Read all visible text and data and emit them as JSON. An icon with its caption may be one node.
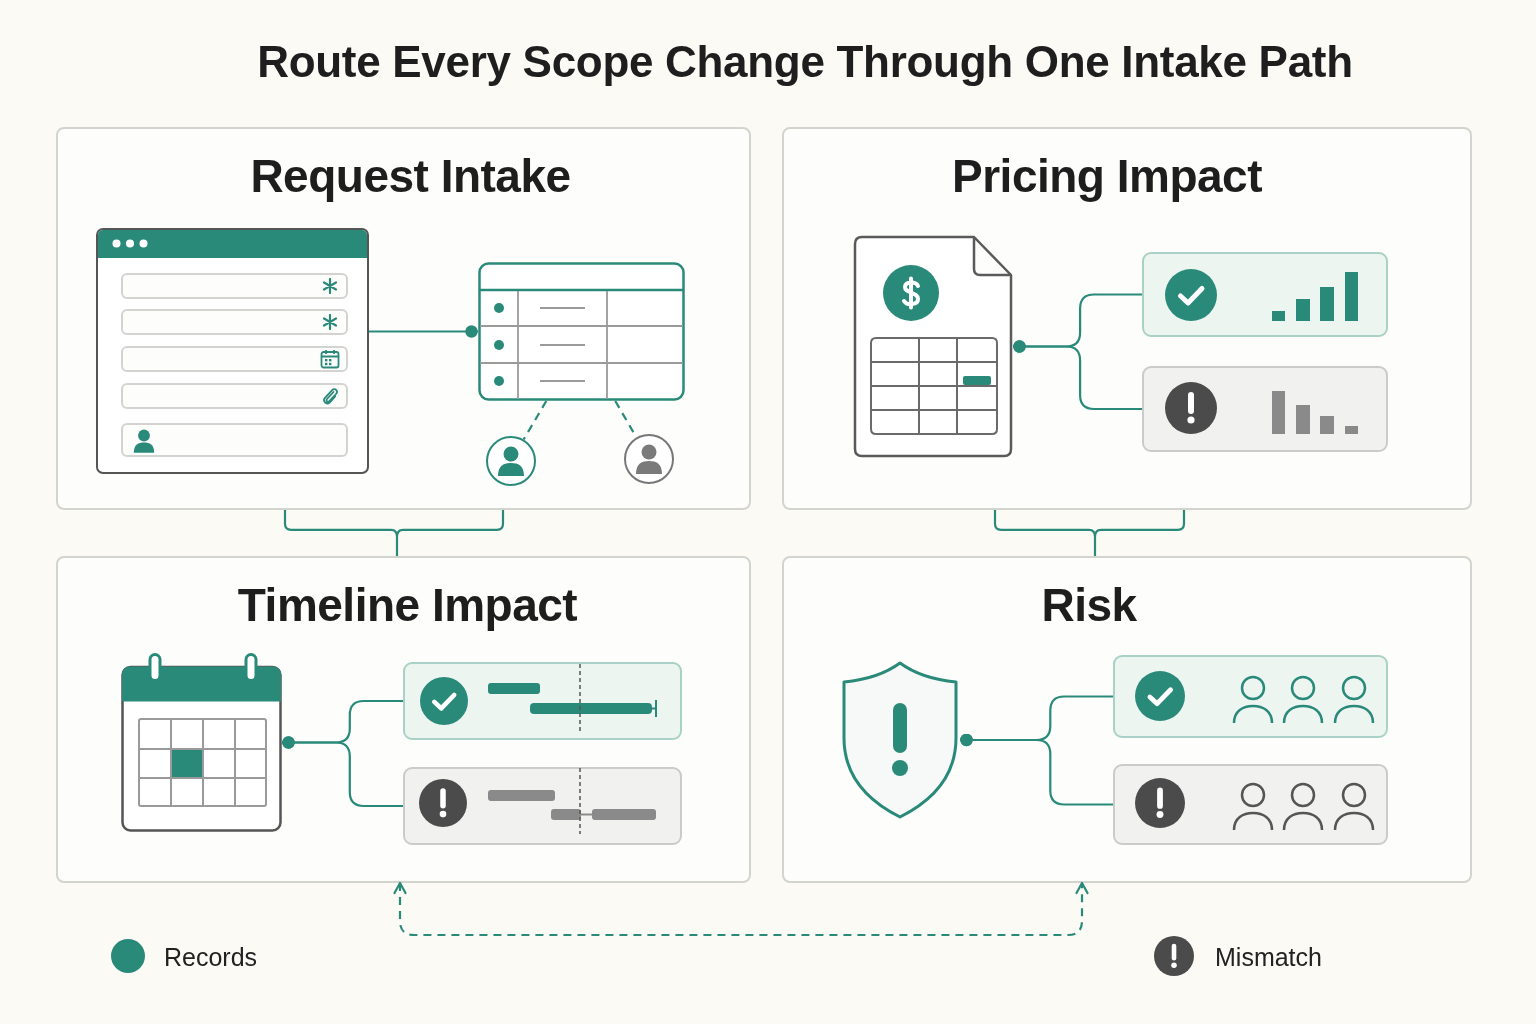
{
  "diagram": {
    "title": "Route Every Scope Change Through One Intake Path",
    "nodes": [
      {
        "text": [
          "Request Intake"
        ]
      },
      {
        "text": [],
        "shape": "picture",
        "in": 0
      },
      {
        "text": [],
        "shape": "picture",
        "in": 0
      },
      {
        "text": [],
        "shape": "circle",
        "in": 0
      },
      {
        "text": [],
        "shape": "circle",
        "in": 0
      },
      {
        "text": [
          "Pricing Impact"
        ]
      },
      {
        "text": [],
        "shape": "picture",
        "in": 5
      },
      {
        "text": [],
        "shape": "box",
        "in": 5
      },
      {
        "text": [],
        "shape": "box",
        "in": 5
      },
      {
        "text": [
          "Timeline Impact"
        ]
      },
      {
        "text": [],
        "shape": "picture",
        "in": 9
      },
      {
        "text": [],
        "shape": "box",
        "in": 9
      },
      {
        "text": [],
        "shape": "box",
        "in": 9
      },
      {
        "text": [
          "Risk"
        ]
      },
      {
        "text": [],
        "shape": "picture",
        "in": 13
      },
      {
        "text": [],
        "shape": "box",
        "in": 13
      },
      {
        "text": [],
        "shape": "box",
        "in": 13
      }
    ],
    "edges": [
      {
        "from": 1,
        "to": 2,
        "arrow": "other"
      },
      {
        "from": 2,
        "to": 3,
        "arrow": "none",
        "style": "dashed"
      },
      {
        "from": 2,
        "to": 4,
        "arrow": "none",
        "style": "dashed"
      },
      {
        "from": 6,
        "to": 7,
        "arrow": "other"
      },
      {
        "from": 6,
        "to": 8,
        "arrow": "other"
      },
      {
        "from": 0,
        "to": 9,
        "arrow": "other"
      },
      {
        "from": 5,
        "to": 13,
        "arrow": "other"
      },
      {
        "from": 10,
        "to": 11,
        "arrow": "other"
      },
      {
        "from": 10,
        "to": 12,
        "arrow": "other"
      },
      {
        "from": 14,
        "to": 15,
        "arrow": "other"
      },
      {
        "from": 14,
        "to": 16,
        "arrow": "other"
      },
      {
        "from": 9,
        "to": 13,
        "arrow": "both",
        "style": "dashed"
      }
    ],
    "legend": [
      {
        "text": "Records",
        "color": "#2a8a7a"
      },
      {
        "text": "Mismatch"
      }
    ]
  }
}
